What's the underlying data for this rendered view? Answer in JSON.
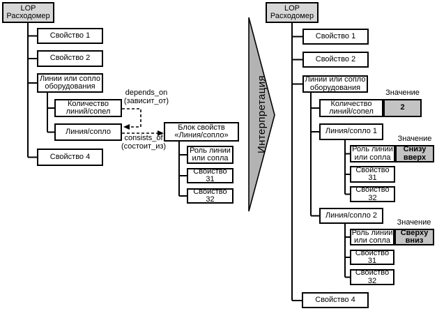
{
  "colors": {
    "root_fill": "#d7d7d7",
    "value_fill": "#c3c3c3",
    "arrow_fill": "#b3b3b3",
    "box_fill": "#ffffff",
    "line_color": "#000000"
  },
  "interpretation_arrow": {
    "label": "Интерпретация"
  },
  "relations": {
    "depends_on": "depends_on\n(зависит_от)",
    "consists_of": "consists_of\n(состоит_из)"
  },
  "value_label": "Значение",
  "left_tree": {
    "root": "LOP\nРасходомер",
    "property1": "Свойство 1",
    "property2": "Свойство 2",
    "lines_group": "Линии или сопло\nоборудования",
    "lines_count": "Количество\nлиний/сопел",
    "line_nozzle": "Линия/сопло",
    "property4": "Свойство 4",
    "property_block": {
      "title": "Блок свойств\n«Линия/сопло»",
      "role": "Роль линии\nили сопла",
      "property31": "Свойство 31",
      "property32": "Свойство 32"
    }
  },
  "right_tree": {
    "root": "LOP\nРасходомер",
    "property1": "Свойство 1",
    "property2": "Свойство 2",
    "lines_group": "Линии или сопло\nоборудования",
    "lines_count": "Количество\nлиний/сопел",
    "lines_count_value": "2",
    "line1": {
      "title": "Линия/сопло 1",
      "role": "Роль линии\nили сопла",
      "role_value": "Снизу\nвверх",
      "property31": "Свойство 31",
      "property32": "Свойство 32"
    },
    "line2": {
      "title": "Линия/сопло 2",
      "role": "Роль линии\nили сопла",
      "role_value": "Сверху\nвниз",
      "property31": "Свойство 31",
      "property32": "Свойство 32"
    },
    "property4": "Свойство 4"
  }
}
